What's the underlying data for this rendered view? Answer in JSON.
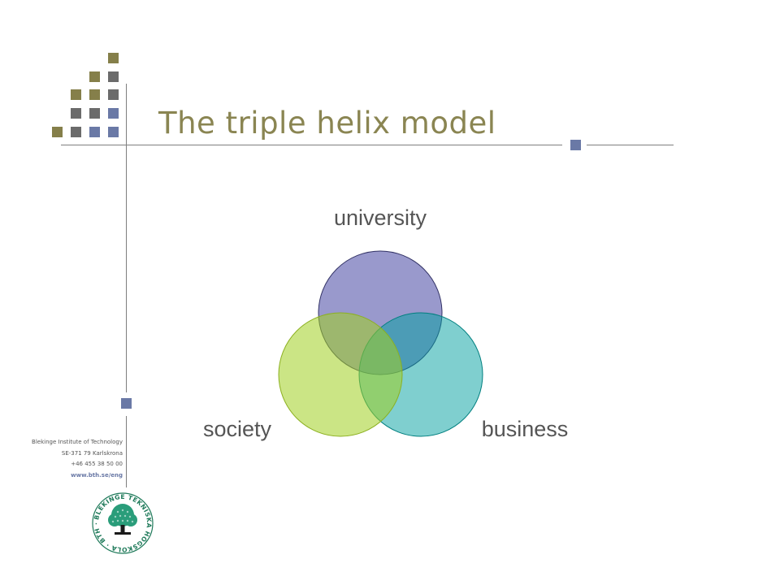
{
  "slide": {
    "title": "The triple helix model"
  },
  "diagram": {
    "type": "venn",
    "sets": [
      {
        "id": "university",
        "label": "university",
        "color": "#9999cc"
      },
      {
        "id": "business",
        "label": "business",
        "color": "#7fcccc"
      },
      {
        "id": "society",
        "label": "society",
        "color": "#cce57f"
      }
    ]
  },
  "footer": {
    "institution": "Blekinge Institute of Technology",
    "address": "SE-371 79 Karlskrona",
    "phone": "+46 455 38 50 00",
    "website": "www.bth.se/eng"
  },
  "logo": {
    "name": "bth-seal",
    "text": "BLEKINGE TEKNISKA HÖGSKOLA · BTH ·"
  },
  "decor": {
    "colors": {
      "olive": "#857f4a",
      "grey": "#6b6b6b",
      "blue": "#6a79a6",
      "line": "#7f7f7f"
    }
  }
}
